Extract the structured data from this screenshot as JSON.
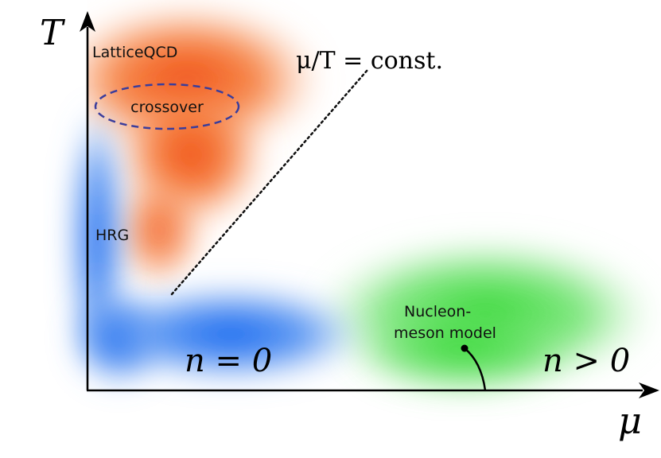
{
  "axes": {
    "y_label": "T",
    "x_label": "μ"
  },
  "regions": {
    "lattice_qcd": "LatticeQCD",
    "crossover": "crossover",
    "hrg": "HRG",
    "nucleon_meson_line1": "Nucleon-",
    "nucleon_meson_line2": "meson model",
    "n_zero": "n = 0",
    "n_positive": "n > 0"
  },
  "annotations": {
    "mu_over_t": "μ/T = const."
  },
  "colors": {
    "lattice_region": "#f05a1e",
    "hrg_region": "#1e6ef0",
    "nucleon_region": "#3cd23c",
    "crossover_ellipse": "#3a3d9c",
    "axis": "#000000"
  }
}
